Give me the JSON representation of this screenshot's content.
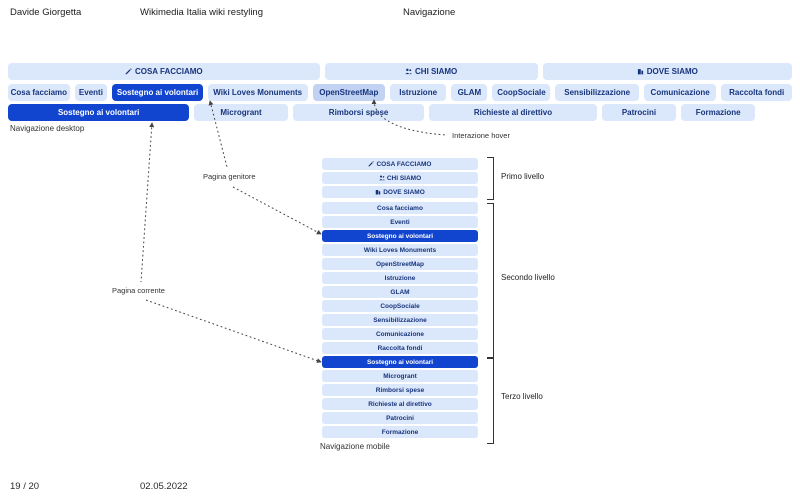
{
  "header": {
    "author": "Davide Giorgetta",
    "title": "Wikimedia Italia wiki restyling",
    "section": "Navigazione"
  },
  "colors": {
    "item_bg": "#dbe7fa",
    "item_text": "#17357d",
    "active_bg": "#1245cf",
    "hover_bg": "#c2d2f2",
    "active_text": "#ffffff"
  },
  "nav": {
    "level1": [
      {
        "label": "COSA FACCIAMO",
        "icon": "pencil-icon",
        "flex": 310
      },
      {
        "label": "CHI SIAMO",
        "icon": "people-icon",
        "flex": 212
      },
      {
        "label": "DOVE SIAMO",
        "icon": "building-icon",
        "flex": 248
      }
    ],
    "level2": [
      {
        "label": "Cosa facciamo",
        "flex": 68
      },
      {
        "label": "Eventi",
        "flex": 36
      },
      {
        "label": "Sostegno ai volontari",
        "flex": 100,
        "state": "active"
      },
      {
        "label": "Wiki Loves Monuments",
        "flex": 110
      },
      {
        "label": "OpenStreetMap",
        "flex": 80,
        "state": "hover"
      },
      {
        "label": "Istruzione",
        "flex": 62
      },
      {
        "label": "GLAM",
        "flex": 40
      },
      {
        "label": "CoopSociale",
        "flex": 64
      },
      {
        "label": "Sensibilizzazione",
        "flex": 92
      },
      {
        "label": "Comunicazione",
        "flex": 80
      },
      {
        "label": "Raccolta fondi",
        "flex": 78
      }
    ],
    "level3": [
      {
        "label": "Sostegno ai volontari",
        "flex": 182,
        "state": "active"
      },
      {
        "label": "Microgrant",
        "flex": 94
      },
      {
        "label": "Rimborsi spese",
        "flex": 132
      },
      {
        "label": "Richieste al direttivo",
        "flex": 168
      },
      {
        "label": "Patrocini",
        "flex": 75
      },
      {
        "label": "Formazione",
        "flex": 74
      }
    ]
  },
  "annotations": {
    "desktop_caption": "Navigazione desktop",
    "mobile_caption": "Navigazione mobile",
    "hover_label": "Interazione hover",
    "parent_label": "Pagina genitore",
    "current_label": "Pagina corrente",
    "level_labels": [
      "Primo livello",
      "Secondo livello",
      "Terzo livello"
    ]
  },
  "footer": {
    "page": "19 / 20",
    "date": "02.05.2022"
  }
}
